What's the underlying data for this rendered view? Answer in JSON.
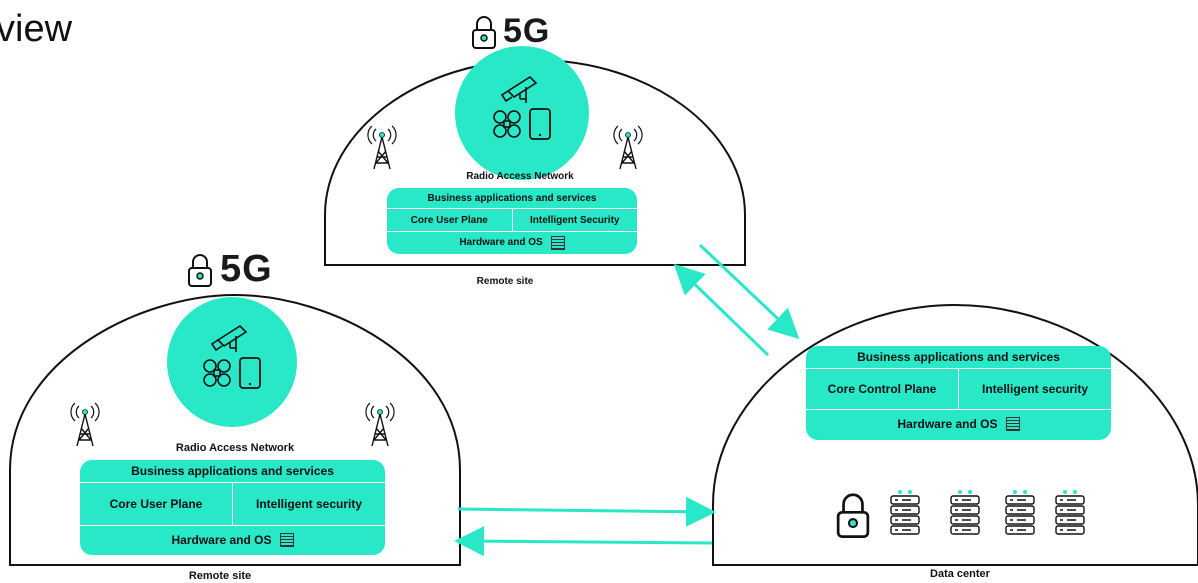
{
  "title": "view",
  "fiveg_label": "5G",
  "sites": {
    "remote_top": {
      "ran_label": "Radio Access Network",
      "business": "Business applications and services",
      "core": "Core User Plane",
      "security": "Intelligent Security",
      "hardware": "Hardware and OS",
      "site_label": "Remote site"
    },
    "remote_bottom": {
      "ran_label": "Radio Access Network",
      "business": "Business applications and services",
      "core": "Core User Plane",
      "security": "Intelligent security",
      "hardware": "Hardware and OS",
      "site_label": "Remote site"
    },
    "datacenter": {
      "business": "Business applications and services",
      "core": "Core Control Plane",
      "security": "Intelligent security",
      "hardware": "Hardware and OS",
      "site_label": "Data center"
    }
  },
  "colors": {
    "accent": "#29e8c8",
    "outline": "#111111"
  }
}
